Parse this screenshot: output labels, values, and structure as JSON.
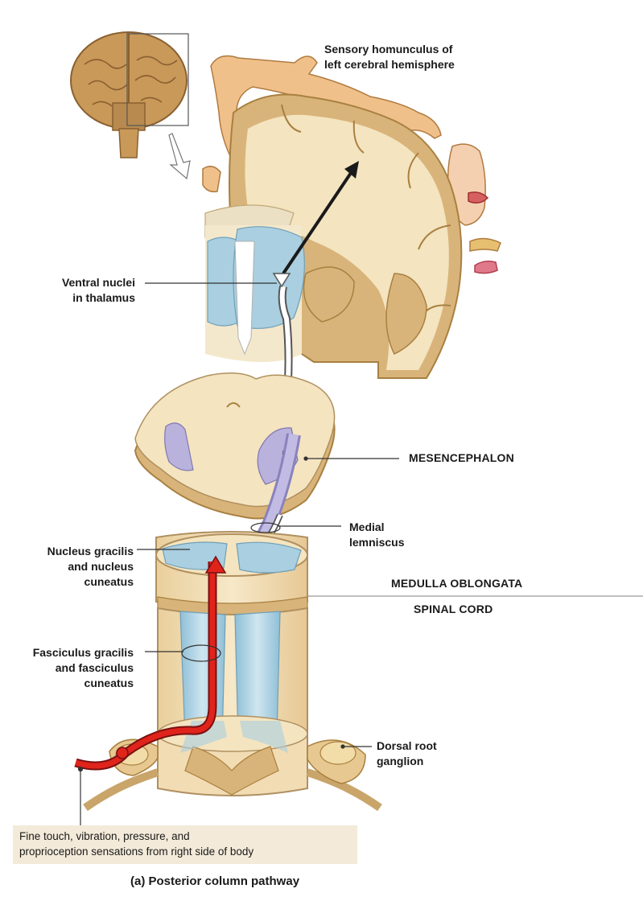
{
  "labels": {
    "homunculus": [
      "Sensory homunculus of",
      "left cerebral hemisphere"
    ],
    "thalamus": [
      "Ventral nuclei",
      "in thalamus"
    ],
    "mesencephalon": "MESENCEPHALON",
    "medial_lemniscus": [
      "Medial",
      "lemniscus"
    ],
    "nucleus": [
      "Nucleus gracilis",
      "and nucleus",
      "cuneatus"
    ],
    "medulla": "MEDULLA OBLONGATA",
    "spinal_cord": "SPINAL CORD",
    "fasciculus": [
      "Fasciculus gracilis",
      "and fasciculus",
      "cuneatus"
    ],
    "dorsal_root": [
      "Dorsal root",
      "ganglion"
    ],
    "sensations": [
      "Fine touch, vibration, pressure, and",
      "proprioception sensations from right side of body"
    ]
  },
  "caption": "(a) Posterior column pathway",
  "colors": {
    "tissue": "#f1dcb4",
    "cortex": "#d9b47a",
    "nuclei_blue": "#a9cfe0",
    "lemniscus_purple": "#b9b2dc",
    "pathway_red": "#e0241b",
    "arrow_dark": "#1a1a1a"
  },
  "icons": [
    "brain-icon",
    "homunculus-icon"
  ]
}
